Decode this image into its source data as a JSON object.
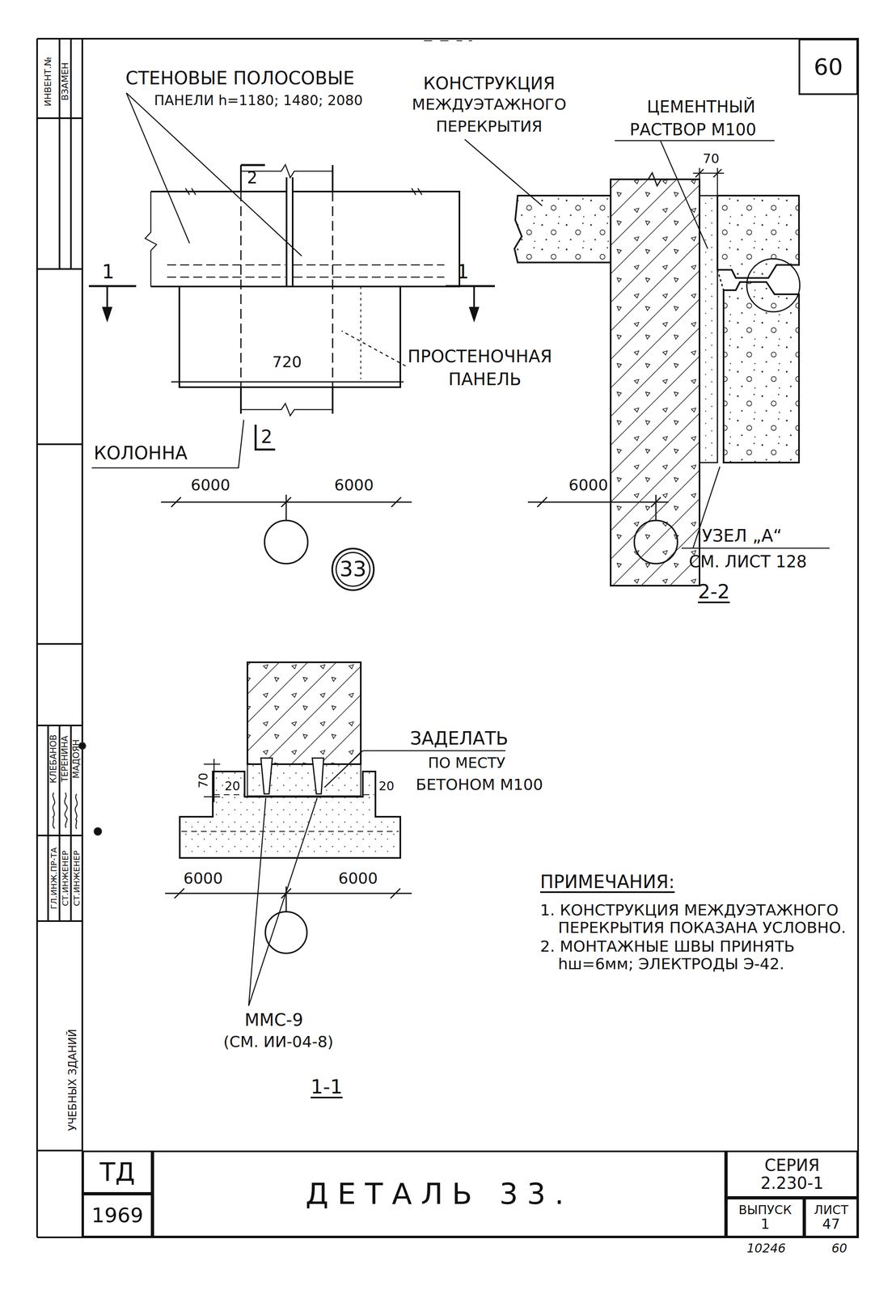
{
  "diagram": {
    "nodes": [
      {
        "text": [
          "60"
        ]
      },
      {
        "text": [
          "33"
        ]
      },
      {
        "text": [
          "ТД"
        ]
      },
      {
        "text": [
          "1969"
        ]
      },
      {
        "text": [
          "ДЕТАЛЬ 33."
        ]
      },
      {
        "text": [
          "СЕРИЯ",
          "2.230-1"
        ]
      },
      {
        "text": [
          "ВЫПУСК",
          "1"
        ]
      },
      {
        "text": [
          "ЛИСТ",
          "47"
        ]
      }
    ],
    "labels": [
      "СТЕНОВЫЕ ПОЛОСОВЫЕ",
      "ПАНЕЛИ h=1180; 1480; 2080",
      "КОНСТРУКЦИЯ",
      "МЕЖДУЭТАЖНОГО",
      "ПЕРЕКРЫТИЯ",
      "ЦЕМЕНТНЫЙ",
      "РАСТВОР М100",
      "2",
      "1",
      "1",
      "70",
      "720",
      "ПРОСТЕНОЧНАЯ",
      "ПАНЕЛЬ",
      "КОЛОННА",
      "2",
      "6000",
      "6000",
      "6000",
      "УЗЕЛ „А“",
      "СМ. ЛИСТ 128",
      "2-2",
      "ЗАДЕЛАТЬ",
      "ПО МЕСТУ",
      "БЕТОНОМ М100",
      "70",
      "20",
      "20",
      "6000",
      "6000",
      "ММС-9",
      "(СМ. ИИ-04-8)",
      "1-1",
      "ПРИМЕЧАНИЯ:",
      "1. КОНСТРУКЦИЯ МЕЖДУЭТАЖНОГО ПЕРЕКРЫТИЯ ПОКАЗАНА УСЛОВНО.",
      "2. МОНТАЖНЫЕ ШВЫ ПРИНЯТЬ hш=6мм; ЭЛЕКТРОДЫ Э-42.",
      "10246",
      "60",
      "ИНВЕНТ.№",
      "ВЗАМЕН",
      "КЛЕБАНОВ",
      "ТЕРЕНИНА",
      "МАДОЯН",
      "ГЛ.ИНЖ.ПР-ТА",
      "СТ.ИНЖЕНЕР",
      "СТ.ИНЖЕНЕР",
      "УЧЕБНЫХ ЗДАНИЙ"
    ]
  }
}
